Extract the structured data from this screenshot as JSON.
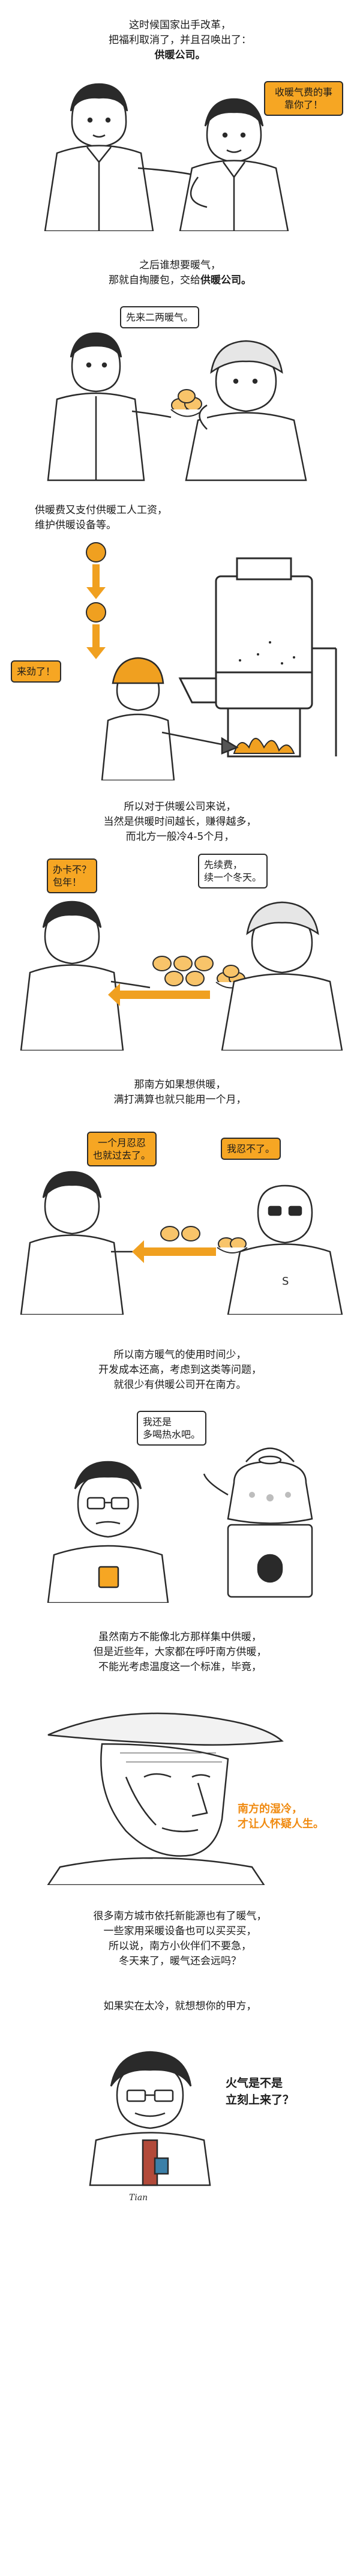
{
  "sections": {
    "s1": [
      "这时候国家出手改革，",
      "把福利取消了，并且召唤出了："
    ],
    "s1_bold": "供暖公司。",
    "s2": [
      "之后谁想要暖气，",
      "那就自掏腰包，交给"
    ],
    "s2_bold": "供暖公司。",
    "s3": [
      "供暖费又支付供暖工人工资，",
      "维护供暖设备等。"
    ],
    "s4": [
      "所以对于供暖公司来说，",
      "当然是供暖时间越长，赚得越多，",
      "而北方一般冷4-5个月，"
    ],
    "s5": [
      "那南方如果想供暖，",
      "满打满算也就只能用一个月，"
    ],
    "s6": [
      "所以南方暖气的使用时间少，",
      "开发成本还高，考虑到这类等问题，",
      "就很少有供暖公司开在南方。"
    ],
    "s7": [
      "虽然南方不能像北方那样集中供暖，",
      "但是近些年，大家都在呼吁南方供暖，",
      "不能光考虑温度这一个标准，毕竟，"
    ],
    "s8": [
      "很多南方城市依托新能源也有了暖气，",
      "一些家用采暖设备也可以买买买，",
      "所以说，南方小伙伴们不要急，",
      "冬天来了，暖气还会远吗？"
    ],
    "s9": [
      "如果实在太冷，就想想你的甲方，"
    ]
  },
  "bubbles": {
    "b1": "收暖气费的事\n靠你了！",
    "b2": "先来二两暖气。",
    "b3": "来劲了！",
    "b4_left": "办卡不？\n包年！",
    "b4_right": "先续费，\n续一个冬天。",
    "b5_left": "一个月忍忍\n也就过去了。",
    "b5_right": "我忍不了。",
    "b6": "我还是\n多喝热水吧。",
    "b7": "南方的湿冷，\n才让人怀疑人生。",
    "b8": "火气是不是\n立刻上来了？"
  },
  "signature": "Tian",
  "colors": {
    "accent": "#f6a623",
    "arrow": "#f0a020",
    "ink": "#2a2a2a"
  }
}
